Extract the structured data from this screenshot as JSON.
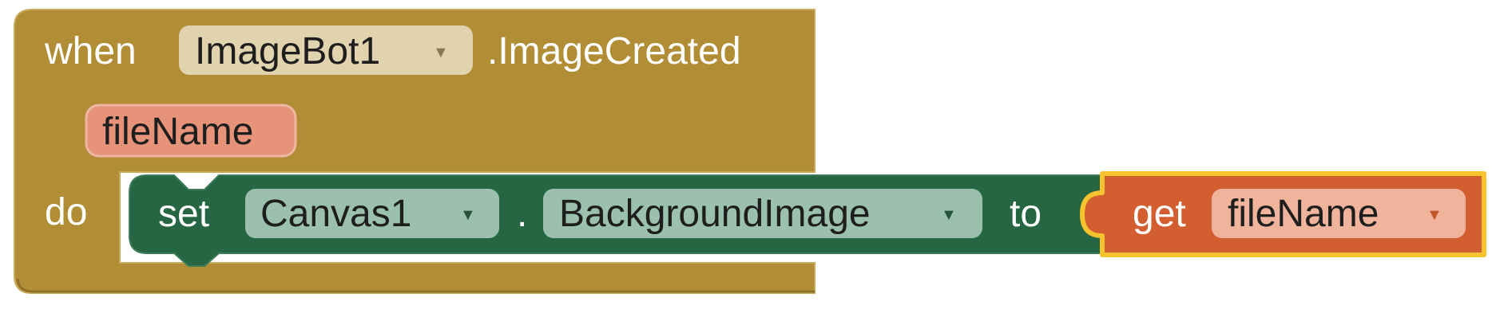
{
  "event_block": {
    "when_label": "when",
    "component": "ImageBot1",
    "event_name": ".ImageCreated",
    "parameter": "fileName",
    "do_label": "do",
    "color": "#b18e35",
    "dropdown_color": "#e0d3ad",
    "param_color": "#e79379"
  },
  "setter_block": {
    "set_label": "set",
    "component": "Canvas1",
    "dot": ".",
    "property": "BackgroundImage",
    "to_label": "to",
    "color": "#266643",
    "dropdown_color": "#9bc0ad"
  },
  "getter_block": {
    "get_label": "get",
    "variable": "fileName",
    "color": "#d35e2f",
    "highlight_color": "#f7c32e",
    "dropdown_color": "#f0b49c"
  },
  "icons": {
    "dropdown": "▼"
  }
}
